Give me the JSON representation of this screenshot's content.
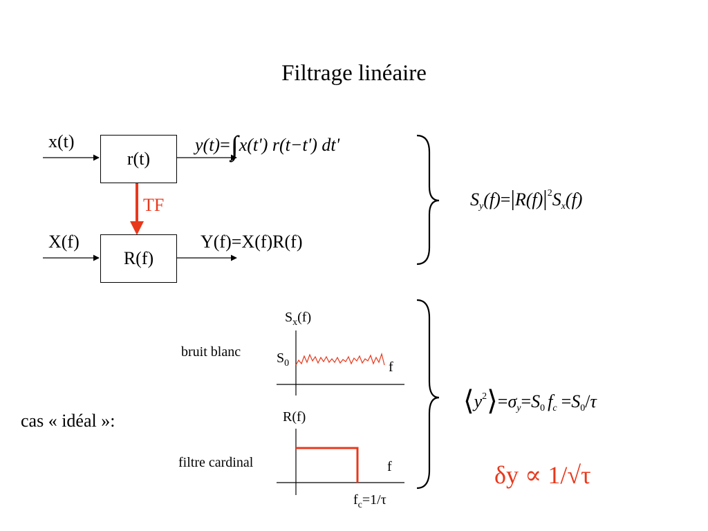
{
  "title": "Filtrage linéaire",
  "colors": {
    "accent": "#e8381c",
    "ink": "#000000"
  },
  "top_diagram": {
    "input_time": "x(t)",
    "box_time": "r(t)",
    "transform_label": "TF",
    "input_freq": "X(f)",
    "box_freq": "R(f)",
    "output_freq": "Y(f)=X(f)R(f)",
    "output_time_formula": {
      "lhs": "y(t)",
      "eq": "=",
      "integral": "∫",
      "rhs": "x(t') r(t−t') dt'"
    }
  },
  "psd_formula": {
    "S": "S",
    "y_sub": "y",
    "f_arg": "(f)",
    "eq": "=",
    "bar": "|",
    "R": "R",
    "exp": "2",
    "x_sub": "x"
  },
  "graphs": {
    "noise": {
      "label": "bruit blanc",
      "y_axis_label": "S",
      "y_axis_sub": "x",
      "y_axis_arg": "(f)",
      "level_label": "S",
      "level_sub": "0",
      "x_axis_label": "f"
    },
    "filter": {
      "label": "filtre cardinal",
      "y_axis_label": "R(f)",
      "x_axis_label": "f",
      "cutoff_label": "f",
      "cutoff_sub": "c",
      "cutoff_value": "=1/τ"
    }
  },
  "case_label": "cas « idéal »:",
  "variance_formula": {
    "lang": "⟨",
    "y": "y",
    "sq": "2",
    "rang": "⟩",
    "eq": "=",
    "sigma": "σ",
    "sigma_sub": "y",
    "eq2": "=",
    "S": "S",
    "zero": "0",
    "f": "f",
    "c": "c",
    "eq3": "=",
    "S2": "S",
    "zero2": "0",
    "div": "/",
    "tau": "τ"
  },
  "result": "δy ∝ 1/√τ"
}
